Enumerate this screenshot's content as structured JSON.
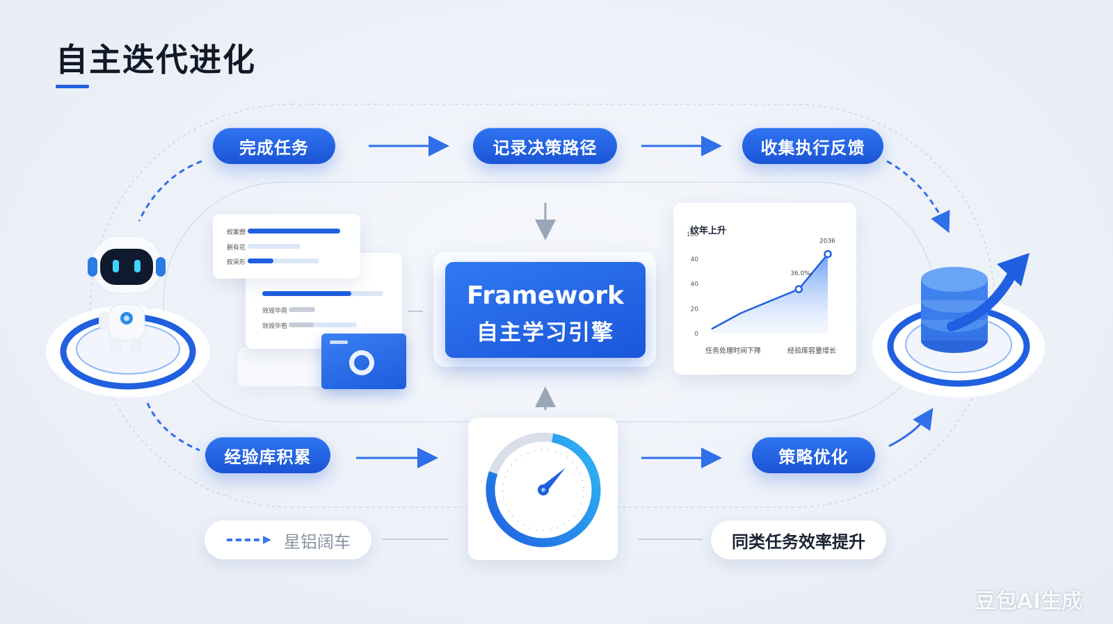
{
  "title": "自主迭代进化",
  "top_flow": [
    "完成任务",
    "记录决策路径",
    "收集执行反馈"
  ],
  "bottom_flow": [
    "经验库积累",
    "策略优化"
  ],
  "legend_left": "星铝阔车",
  "legend_right": "同类任务效率提升",
  "engine": {
    "line1": "Framework",
    "line2": "自主学习引擎"
  },
  "doc_card_1": {
    "rows": [
      "叙案僚",
      "删有花",
      "叙采形"
    ]
  },
  "doc_card_2": {
    "rows": [
      "效毁毕荷",
      "效毁毕苞"
    ]
  },
  "chart_data": {
    "type": "area",
    "title": "纹年上升",
    "y_ticks": [
      "0",
      "20",
      "40",
      "40",
      "180"
    ],
    "x_labels": [
      "任务处理时间下降",
      "经验库容量增长"
    ],
    "annotations": [
      "36.0‰",
      "2036"
    ],
    "values": [
      5,
      22,
      35,
      48,
      86
    ],
    "ylim": [
      0,
      100
    ],
    "marked_points": [
      3,
      4
    ]
  },
  "watermark": "豆包AI生成",
  "colors": {
    "primary": "#1f5fe0",
    "accent": "#2f73f0"
  }
}
